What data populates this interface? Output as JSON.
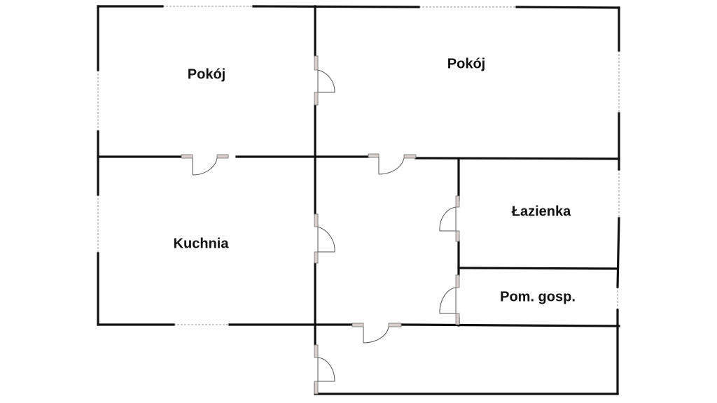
{
  "rooms": [
    {
      "id": "pokoj-1",
      "label": "Pokój"
    },
    {
      "id": "pokoj-2",
      "label": "Pokój"
    },
    {
      "id": "kuchnia",
      "label": "Kuchnia"
    },
    {
      "id": "lazienka",
      "label": "Łazienka"
    },
    {
      "id": "pom-gosp",
      "label": "Pom. gosp."
    }
  ]
}
